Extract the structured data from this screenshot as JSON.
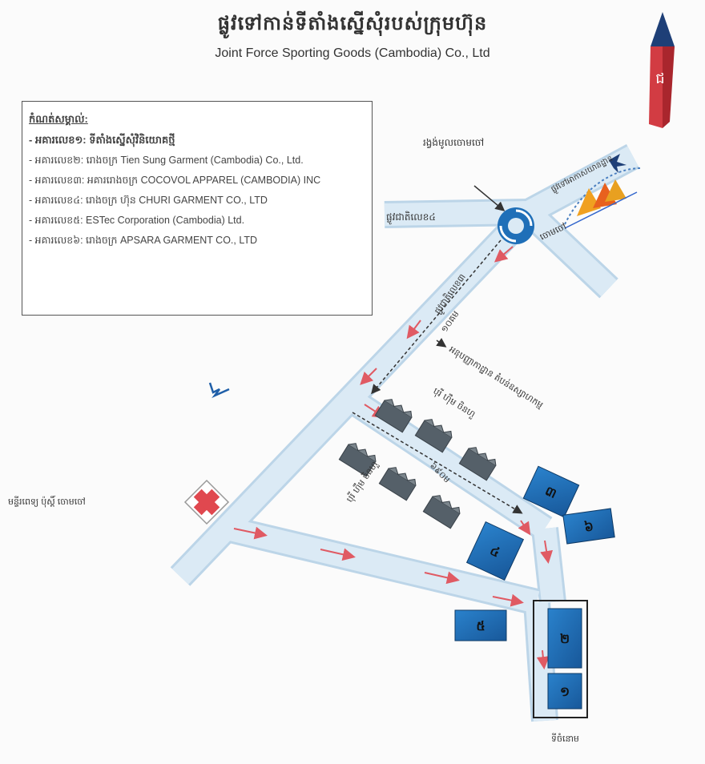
{
  "header": {
    "title_km": "ផ្លូវទៅកាន់ទីតាំងស្នើសុំរបស់ក្រុមហ៊ុន",
    "title_en": "Joint Force Sporting Goods (Cambodia) Co., Ltd"
  },
  "compass": {
    "label": "ជ"
  },
  "legend": {
    "title": "កំណត់សម្គាល់:",
    "items": [
      "- អគារលេខ១: ទីតាំងស្នើសុំវិនិយោគថ្មី",
      "- អគារលេខ២: រោងចក្រ Tien Sung Garment (Cambodia) Co., Ltd.",
      "- អគារលេខ៣: អគាររោងចក្រ COCOVOL APPAREL (CAMBODIA) INC",
      "- អគារលេខ៤: រោងចក្រ ហ៊ុន CHURI GARMENT CO., LTD",
      "- អគារលេខ៥: ESTec Corporation (Cambodia) Ltd.",
      "- អគារលេខ៦: រោងចក្រ APSARA GARMENT CO., LTD"
    ]
  },
  "labels": {
    "roundabout": "រង្វង់មូលចោមចៅ",
    "road4": "ផ្លូវជាតិលេខ៤",
    "road3": "ផ្លូវជាតិលេខ៣",
    "to_airport": "ផ្លូវទៅអាកាសយានដ្ឋាន",
    "chaom_chau": "ចោមចៅ",
    "distance_10km": "១០គម",
    "industrial_zone": "អនុបញ្ញាកាដ្ឋាន តំបន់ឧស្សាហកម្ម",
    "factories_top": "បុរី ហ៊ឹម ចិនហួ",
    "factories_bottom": "បុរី ហ៊ឹម ចិនហួ",
    "distance_800m": "៦៩០ម",
    "hospital": "មន្ទីរពេទ្យ ប៉ុស្តិ៍ ចោមចៅ",
    "bottom_note": "ទីចំនោម"
  },
  "buildings": [
    "១",
    "២",
    "៣",
    "៤",
    "៥",
    "៦"
  ],
  "colors": {
    "road": "#d6e7f3",
    "road_edge": "#b6d0e4",
    "building": "#1f6fb8",
    "arrow": "#e05a63",
    "dashed": "#333333",
    "compass_red": "#d23c43",
    "compass_blue": "#1e3f77"
  }
}
